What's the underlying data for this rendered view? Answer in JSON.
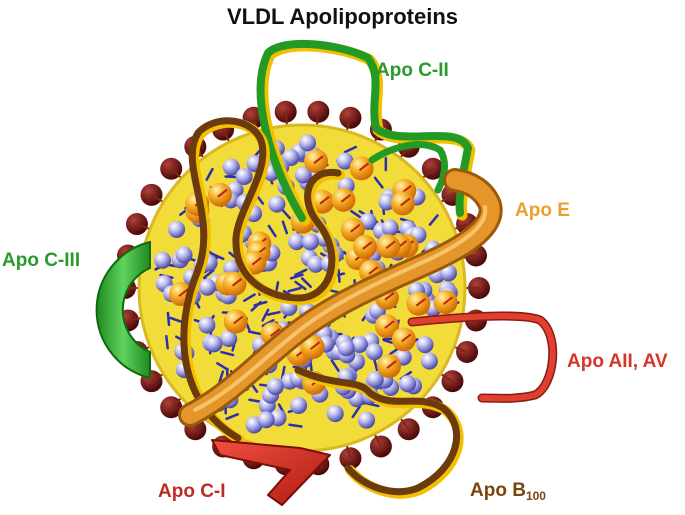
{
  "title": "VLDL Apolipoproteins",
  "labels": {
    "apo_c2": "Apo C-II",
    "apo_e": "Apo E",
    "apo_c3": "Apo C-III",
    "apo_a2_av": "Apo AII, AV",
    "apo_c1": "Apo C-I",
    "apo_b": "Apo B",
    "apo_b_sub": "100"
  },
  "colors": {
    "apo_c2": "#2b9a2b",
    "apo_e": "#e9a030",
    "apo_c3": "#2b9a2b",
    "apo_a2_av": "#d8352a",
    "apo_c1": "#c02a22",
    "apo_b": "#7a4410",
    "phospholipid_head": "#6e1414",
    "shell": "#f2dc3a",
    "core_ball": "#7c7ccf",
    "cholesterol_ball": "#f3a81f",
    "tail": "#2b2fb0"
  }
}
